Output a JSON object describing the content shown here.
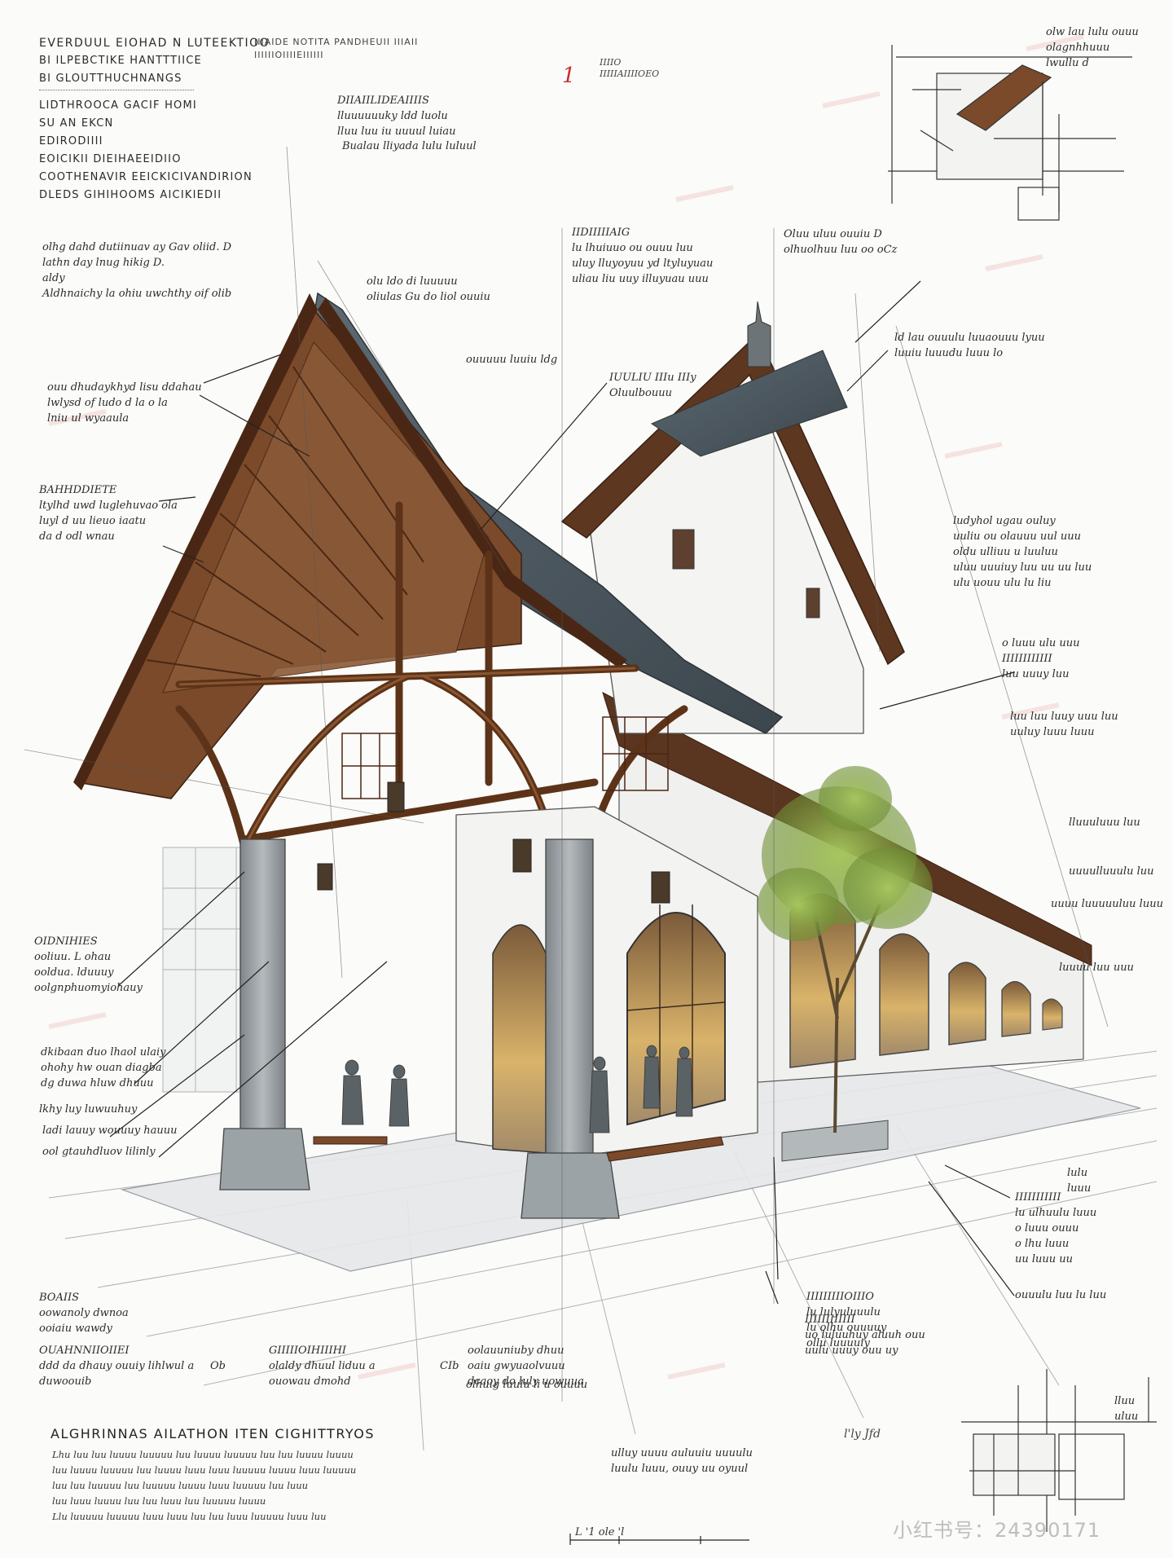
{
  "header": {
    "title_lines": [
      "EVERDUUL EIOHAD N LUTEEKTIOO",
      "BI ILPEBCTIKE HANTTTIICE",
      "BI GLOUTTHUCHNANGS"
    ],
    "list_lines": [
      "LIDTHROOCA GACIF HOMI",
      "SU AN EKCN",
      "EDIRODIIII",
      "EOICIKII DIEIHAEEIDIIO",
      "COOTHENAVIR EEICKICIVANDIRION",
      "DLEDS GIHIHOOMS AICIKIEDII"
    ]
  },
  "subheader": [
    "IIIAIDE NOTITA PANDHEUII IIIAII",
    "IIIIIIOIIIIEIIIIII"
  ],
  "marker": {
    "number": "1",
    "notes": [
      "IIIIO",
      "IIIIIAIIIIOEO"
    ]
  },
  "notes_left": [
    {
      "lines": [
        "olhg dahd dutiinuav ay Gav oliid.  D",
        "lathn day lnug hikig D.",
        "aldy",
        "Aldhnaichy la ohiu uwchthy oif olib"
      ]
    },
    {
      "lines": [
        "ouu dhudaykhyd lisu ddahau",
        "lwlysd of ludo d la  o la",
        "lniu ul wyaaula"
      ]
    },
    {
      "lines": [
        "BAHHDDIETE",
        "ltylhd uwd luglehuvao ola",
        "luyl d uu lieuo iaatu",
        "da d odl wnau"
      ]
    },
    {
      "lines": [
        "OIDNIHIES",
        "ooliuu. L ohau",
        "ooldua. lduuuy",
        "oolgnphuomyiohauy"
      ]
    },
    {
      "lines": [
        "dkibaan duo lhaol ulaiy",
        "ohohy hw ouan diagba",
        "dg duwa hluw dhuuu"
      ]
    },
    {
      "lines": [
        "lkhy luy luwuuhuy"
      ]
    },
    {
      "lines": [
        "ladi lauuy wouuuy hauuu"
      ]
    },
    {
      "lines": [
        "ool gtauhdluov lilinly"
      ]
    },
    {
      "lines": [
        "BOAIIS",
        "oowanoly dwnoa",
        "ooiaiu wawdy"
      ]
    },
    {
      "lines": [
        "OUAHNNIIOIIEI",
        "ddd da dhauy ouuiy lihlwul a",
        "duwoouib"
      ],
      "extra": "Ob"
    },
    {
      "lines": [
        "GIIIIIOIHIIIHI",
        "olaldy dhuul liduu a",
        "ouowau dmohd"
      ],
      "extra": "CIb"
    },
    {
      "lines": [
        "oolauuniuby dhuu",
        "oaiu gwyuaolvuuu",
        "dcaoy do luly uowuua"
      ]
    }
  ],
  "notes_center": [
    {
      "lines": [
        "DIIAIILIDEAIIIIS",
        "lluuuuuuky ldd luolu",
        "lluu luu iu uuuul luiau"
      ]
    },
    {
      "lines": [
        "Bualau lliyada lulu luluul"
      ]
    },
    {
      "lines": [
        "olu ldo di luuuuu",
        "oliulas Gu do liol ouuiu"
      ]
    },
    {
      "lines": [
        "IIDIIIIIAIG",
        "lu lhuiuuo ou ouuu luu",
        "uluy lluyoyuu yd ltyluyuau",
        "uliau liu uuy illuyuau uuu"
      ]
    },
    {
      "lines": [
        "ouuuuu luuiu ldg"
      ]
    },
    {
      "lines": [
        "IUULIU IIIu IIIy",
        "Oluulbouuu"
      ]
    },
    {
      "lines": [
        "olhuig luulu li u ouuuu"
      ]
    },
    {
      "lines": [
        "IIIIIIIIIOIIIO",
        "lu lulyuluuulu",
        "lu olhu ouuuuy",
        "ollu luuuuiy"
      ]
    },
    {
      "lines": [
        "IIIIIIIIIIII",
        "uo luluuhuy aluuh ouu",
        "uulu uuuy ouu uy"
      ]
    },
    {
      "lines": [
        "ulluy uuuu auluuiu uuuulu",
        "luulu luuu, ouuy uu oyuul"
      ]
    }
  ],
  "notes_right": [
    {
      "lines": [
        "olw lau lulu ouuu",
        "olagnhhuuu",
        "lwullu d"
      ]
    },
    {
      "lines": [
        "Oluu uluu ouuiu D",
        "olhuolhuu luu oo oCz"
      ]
    },
    {
      "lines": [
        "ld lau ouuulu luuaouuu lyuu",
        "luuiu luuudu luuu lo"
      ]
    },
    {
      "lines": [
        "ludyhol ugau ouluy",
        "uuliu ou olauuu uul uuu",
        "oldu ulliuu u luuluu",
        "uluu uuuiuy luu uu uu luu",
        "ulu uouu ulu lu liu"
      ]
    },
    {
      "lines": [
        "o luuu ulu uuu",
        "IIIIIIIIIIII",
        "luu uuuy luu"
      ]
    },
    {
      "lines": [
        "luu luu luuy uuu luu",
        "uuluy luuu luuu"
      ]
    },
    {
      "lines": [
        "lluuuluuu luu"
      ]
    },
    {
      "lines": [
        "uuuulluuulu luu"
      ]
    },
    {
      "lines": [
        "uuuu luuuuuluu luuu"
      ]
    },
    {
      "lines": [
        "luuuu luu uuu"
      ]
    },
    {
      "lines": [
        "IIIIIIIIIII",
        "lu ulhuulu luuu",
        "o luuu ouuu",
        "o lhu luuu",
        "uu luuu uu"
      ]
    },
    {
      "lines": [
        "ouuulu luu lu luu"
      ]
    },
    {
      "lines": [
        "lulu",
        "luuu"
      ]
    },
    {
      "lines": [
        "lluu",
        "uluu"
      ]
    }
  ],
  "bottom": {
    "title": "ALGHRINNAS AILATHON ITEN CIGHITTRYOS",
    "lines": [
      "Lhu luu luu luuuu luuuuu luu luuuu luuuuu luu luu luuuu luuuu",
      "luu luuuu luuuuu luu luuuu luuu luuu luuuuu luuuu luuu luuuuu",
      "luu luu luuuuu luu luuuuu luuuu luuu luuuuu luu luuu",
      "luu luuu luuuu luu luu luuu luu luuuuu luuuu",
      "Llu luuuuu luuuuu luuu luuu luu luu luuu luuuuu luuu luu"
    ]
  },
  "scale_note": "L    '1        ole     'l",
  "signature": "l'ly Jfd",
  "watermark": "小红书号：24390171",
  "colors": {
    "paper": "#fbfbf9",
    "ink": "#2a2a2a",
    "timber": "#6b3f22",
    "timber_dark": "#4a2714",
    "roof_slate": "#4e5a63",
    "wall": "#f2f2f0",
    "stone": "#9aa0a4",
    "foliage": "#8cae4a",
    "glow": "#d9b36a",
    "accent_red": "#c4302b"
  }
}
